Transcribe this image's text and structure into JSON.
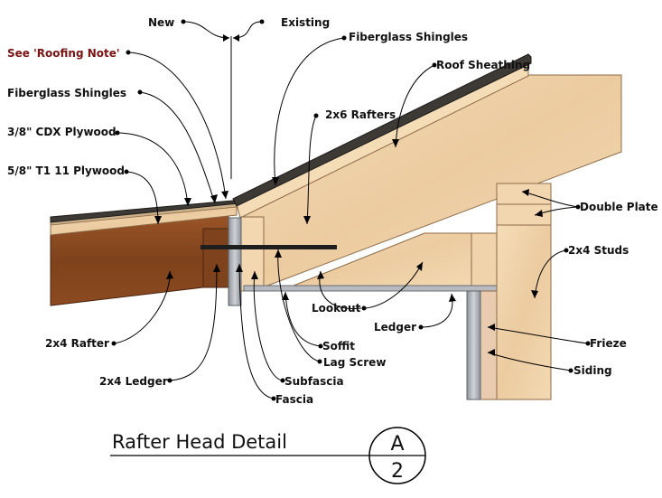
{
  "labels": {
    "new": "New",
    "existing": "Existing",
    "fiberglass_shingles_right": "Fiberglass Shingles",
    "see_roofing_note": "See 'Roofing Note'",
    "roof_sheathing": "Roof Sheathing",
    "fiberglass_shingles_left": "Fiberglass Shingles",
    "rafters_2x6": "2x6 Rafters",
    "cdx_plywood": "3/8\" CDX Plywood",
    "t1_11_plywood": "5/8\" T1 11 Plywood",
    "double_plate": "Double Plate",
    "studs_2x4": "2x4 Studs",
    "lookout": "Lookout",
    "ledger": "Ledger",
    "rafter_2x4": "2x4 Rafter",
    "soffit": "Soffit",
    "frieze": "Frieze",
    "lag_screw": "Lag Screw",
    "ledger_2x4": "2x4 Ledger",
    "subfascia": "Subfascia",
    "siding": "Siding",
    "fascia": "Fascia"
  },
  "title_block": {
    "title": "Rafter Head Detail",
    "detail_letter": "A",
    "sheet_number": "2"
  },
  "colors": {
    "wood_light": "#f1d6b0",
    "wood_dark": "#8a4a22",
    "shingle": "#3d3a36",
    "metal": "#a9adb2",
    "note_text": "#7a1414"
  }
}
